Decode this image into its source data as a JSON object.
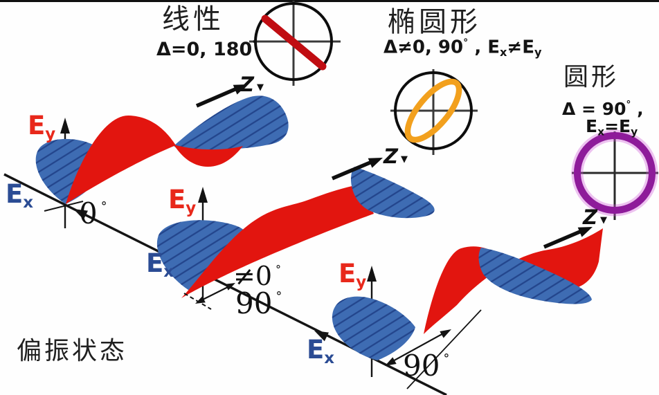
{
  "colors": {
    "red": "#e2150f",
    "red_bar": "#c00d12",
    "blue": "#3e6cb3",
    "blue_hatch": "#23458c",
    "orange": "#f2a01d",
    "purple": "#8e1b9a",
    "purple_glow": "#cf52d6",
    "ink": "#151515"
  },
  "labels": {
    "linear": {
      "title": "线性",
      "formula": "Δ=0, 180",
      "deg": "°"
    },
    "elliptical": {
      "title": "椭圆形",
      "f1": "Δ≠0, 90",
      "deg": "°",
      "f2": " , E",
      "sub1": "x",
      "f3": "≠E",
      "sub2": "y"
    },
    "circular": {
      "title": "圆形",
      "f1": "Δ = 90",
      "deg": "°",
      "comma": " ,",
      "e1": "E",
      "sub1": "x",
      "eq": "=",
      "e2": "E",
      "sub2": "y"
    },
    "bottom_title": "偏振状态",
    "ey": {
      "base": "E",
      "sub": "y"
    },
    "ex": {
      "base": "E",
      "sub": "x"
    },
    "z": "Z",
    "z_tri": "▼",
    "angles": {
      "w1": "0",
      "w1_deg": "°",
      "w2a": "≠0",
      "w2a_deg": "°",
      "w2b": "90",
      "w2b_deg": "°",
      "w3": "90",
      "w3_deg": "°"
    }
  }
}
